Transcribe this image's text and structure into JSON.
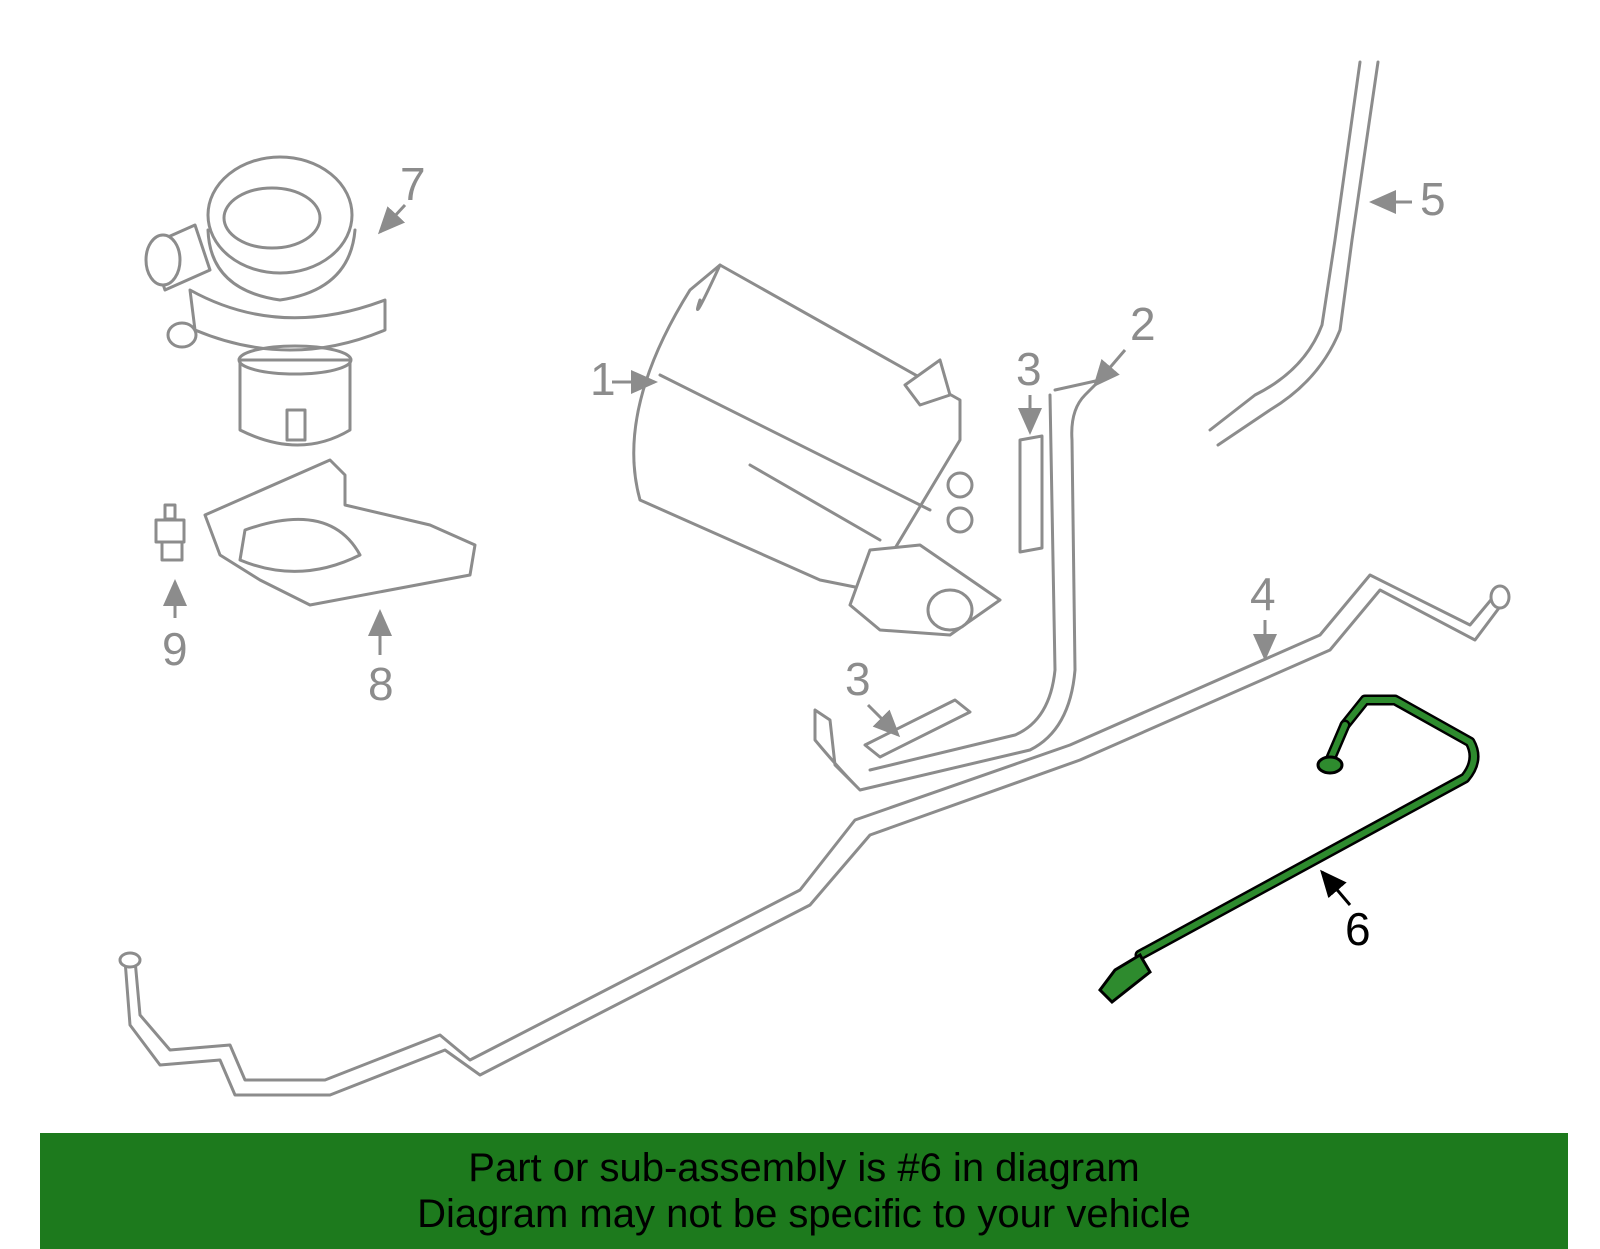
{
  "colors": {
    "banner_bg": "#1d7a1d",
    "highlight_part": "#2e8b2e",
    "part_outline": "#8c8c8c"
  },
  "callouts": {
    "c1": "1",
    "c2": "2",
    "c3a": "3",
    "c3b": "3",
    "c4": "4",
    "c5": "5",
    "c6": "6",
    "c7": "7",
    "c8": "8",
    "c9": "9"
  },
  "banner": {
    "line1": "Part or sub-assembly is #6 in diagram",
    "line2": "Diagram may not be specific to your vehicle"
  }
}
